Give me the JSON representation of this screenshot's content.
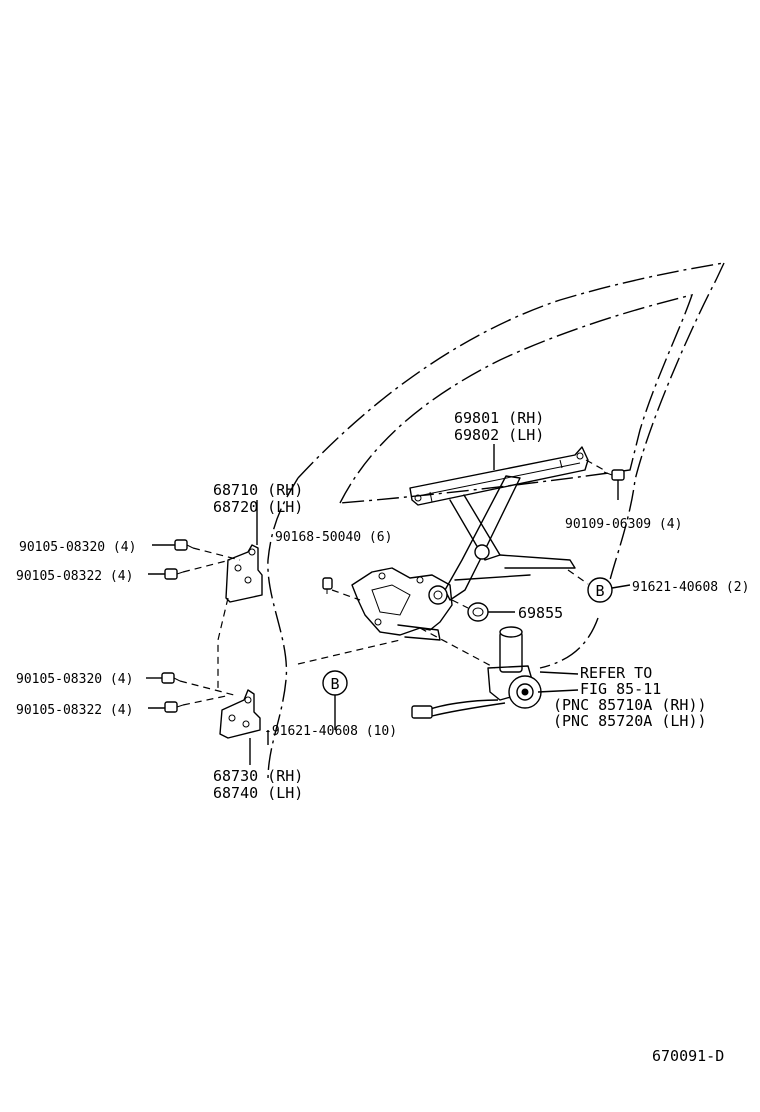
{
  "labels": {
    "regulator_rh": "69801 (RH)",
    "regulator_lh": "69802 (LH)",
    "hinge_upper_rh": "68710 (RH)",
    "hinge_upper_lh": "68720 (LH)",
    "bolt_a_upper": "90105-08320 (4)",
    "bolt_b_upper": "90105-08322 (4)",
    "bolt_regulator": "90168-50040 (6)",
    "bolt_channel": "90109-06309 (4)",
    "clip_b_right": "91621-40608 (2)",
    "nut_69855": "69855",
    "bolt_a_lower": "90105-08320 (4)",
    "bolt_b_lower": "90105-08322 (4)",
    "clip_b_left": "-91621-40608 (10)",
    "hinge_lower_rh": "68730 (RH)",
    "hinge_lower_lh": "68740 (LH)",
    "refer_1": "REFER TO",
    "refer_2": "FIG 85-11",
    "refer_3": "(PNC 85710A (RH))",
    "refer_4": "(PNC 85720A (LH))",
    "marker_b": "B",
    "figure_code": "670091-D"
  }
}
